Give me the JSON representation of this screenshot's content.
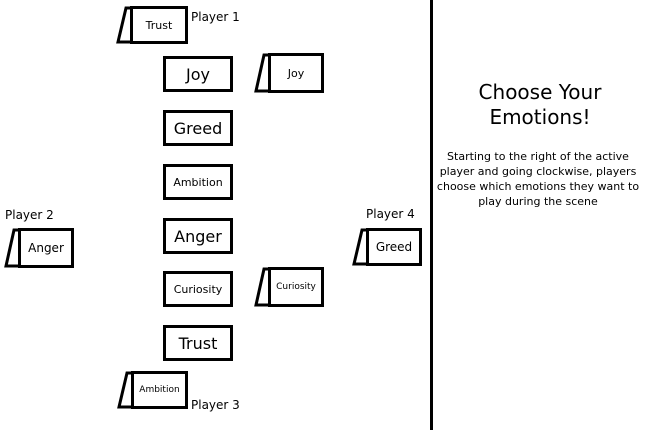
{
  "players": {
    "p1": {
      "label": "Player 1",
      "card": "Trust"
    },
    "p2": {
      "label": "Player 2",
      "card": "Anger"
    },
    "p3": {
      "label": "Player 3",
      "card": "Ambition"
    },
    "p4": {
      "label": "Player 4",
      "card": "Greed"
    }
  },
  "side_cards": {
    "joy": "Joy",
    "curiosity": "Curiosity"
  },
  "center_cards": [
    "Joy",
    "Greed",
    "Ambition",
    "Anger",
    "Curiosity",
    "Trust"
  ],
  "panel": {
    "title": "Choose Your Emotions!",
    "body": "Starting to the right of the active player and going clockwise, players choose which emotions they want to play during the scene"
  }
}
